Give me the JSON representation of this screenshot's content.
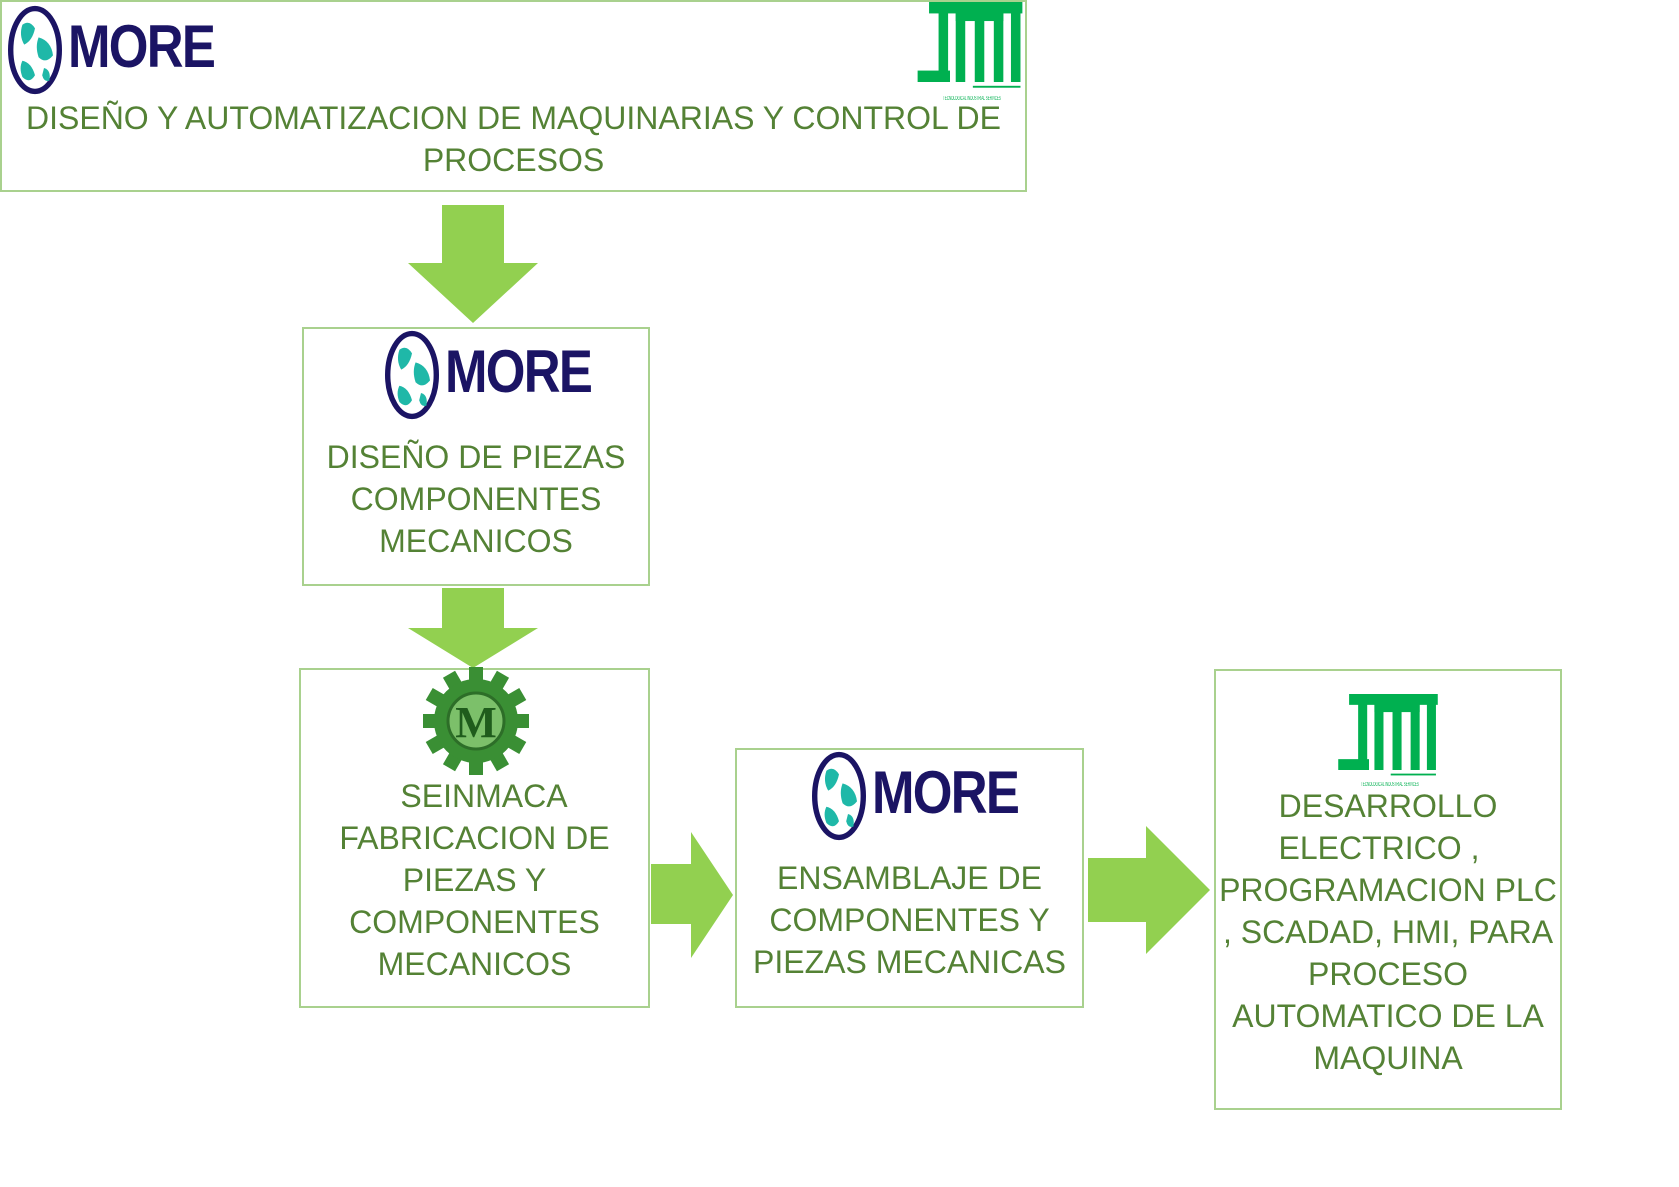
{
  "colors": {
    "box_border": "#a9d18e",
    "arrow_fill": "#92d050",
    "text": "#548235",
    "brand_navy": "#1b1464",
    "brand_teal": "#1fb8a8",
    "tis_green": "#00b050",
    "gear_green": "#3a8f34"
  },
  "logos": {
    "more_text": "MORE",
    "tis_caption": "TECNOLOGICAL INDUSTRIAL SERVICES",
    "gear_letter": "M"
  },
  "boxes": {
    "top": {
      "lines": [
        "DISEÑO Y AUTOMATIZACION DE MAQUINARIAS Y CONTROL DE",
        "PROCESOS"
      ]
    },
    "design": {
      "lines": [
        "DISEÑO DE PIEZAS",
        "COMPONENTES",
        "MECANICOS"
      ]
    },
    "fabrication": {
      "lines": [
        "SEINMACA",
        "FABRICACION DE",
        "PIEZAS Y",
        "COMPONENTES",
        "MECANICOS"
      ]
    },
    "assembly": {
      "lines": [
        "ENSAMBLAJE DE",
        "COMPONENTES Y",
        "PIEZAS MECANICAS"
      ]
    },
    "electrical": {
      "lines": [
        "DESARROLLO",
        "ELECTRICO ,",
        "PROGRAMACION PLC",
        ", SCADAD, HMI, PARA",
        "PROCESO",
        "AUTOMATICO DE LA",
        "MAQUINA"
      ]
    }
  }
}
